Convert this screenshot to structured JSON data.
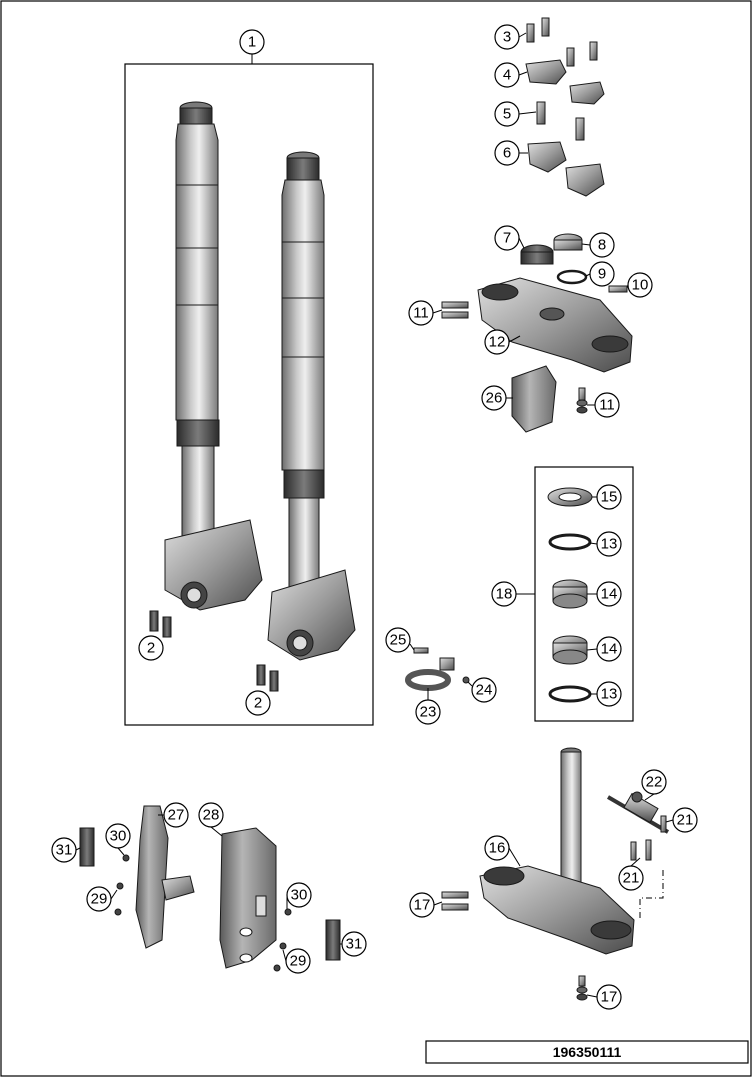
{
  "diagram": {
    "part_number": "196350111",
    "callouts": [
      {
        "id": "c1",
        "label": "1"
      },
      {
        "id": "c2a",
        "label": "2"
      },
      {
        "id": "c2b",
        "label": "2"
      },
      {
        "id": "c3",
        "label": "3"
      },
      {
        "id": "c4",
        "label": "4"
      },
      {
        "id": "c5",
        "label": "5"
      },
      {
        "id": "c6",
        "label": "6"
      },
      {
        "id": "c7",
        "label": "7"
      },
      {
        "id": "c8",
        "label": "8"
      },
      {
        "id": "c9",
        "label": "9"
      },
      {
        "id": "c10",
        "label": "10"
      },
      {
        "id": "c11a",
        "label": "11"
      },
      {
        "id": "c11b",
        "label": "11"
      },
      {
        "id": "c12",
        "label": "12"
      },
      {
        "id": "c26",
        "label": "26"
      },
      {
        "id": "c15",
        "label": "15"
      },
      {
        "id": "c13a",
        "label": "13"
      },
      {
        "id": "c18",
        "label": "18"
      },
      {
        "id": "c14a",
        "label": "14"
      },
      {
        "id": "c14b",
        "label": "14"
      },
      {
        "id": "c13b",
        "label": "13"
      },
      {
        "id": "c25",
        "label": "25"
      },
      {
        "id": "c24",
        "label": "24"
      },
      {
        "id": "c23",
        "label": "23"
      },
      {
        "id": "c22",
        "label": "22"
      },
      {
        "id": "c21a",
        "label": "21"
      },
      {
        "id": "c21b",
        "label": "21"
      },
      {
        "id": "c16",
        "label": "16"
      },
      {
        "id": "c17a",
        "label": "17"
      },
      {
        "id": "c17b",
        "label": "17"
      },
      {
        "id": "c27",
        "label": "27"
      },
      {
        "id": "c28",
        "label": "28"
      },
      {
        "id": "c30a",
        "label": "30"
      },
      {
        "id": "c30b",
        "label": "30"
      },
      {
        "id": "c31a",
        "label": "31"
      },
      {
        "id": "c31b",
        "label": "31"
      },
      {
        "id": "c29a",
        "label": "29"
      },
      {
        "id": "c29b",
        "label": "29"
      }
    ]
  }
}
